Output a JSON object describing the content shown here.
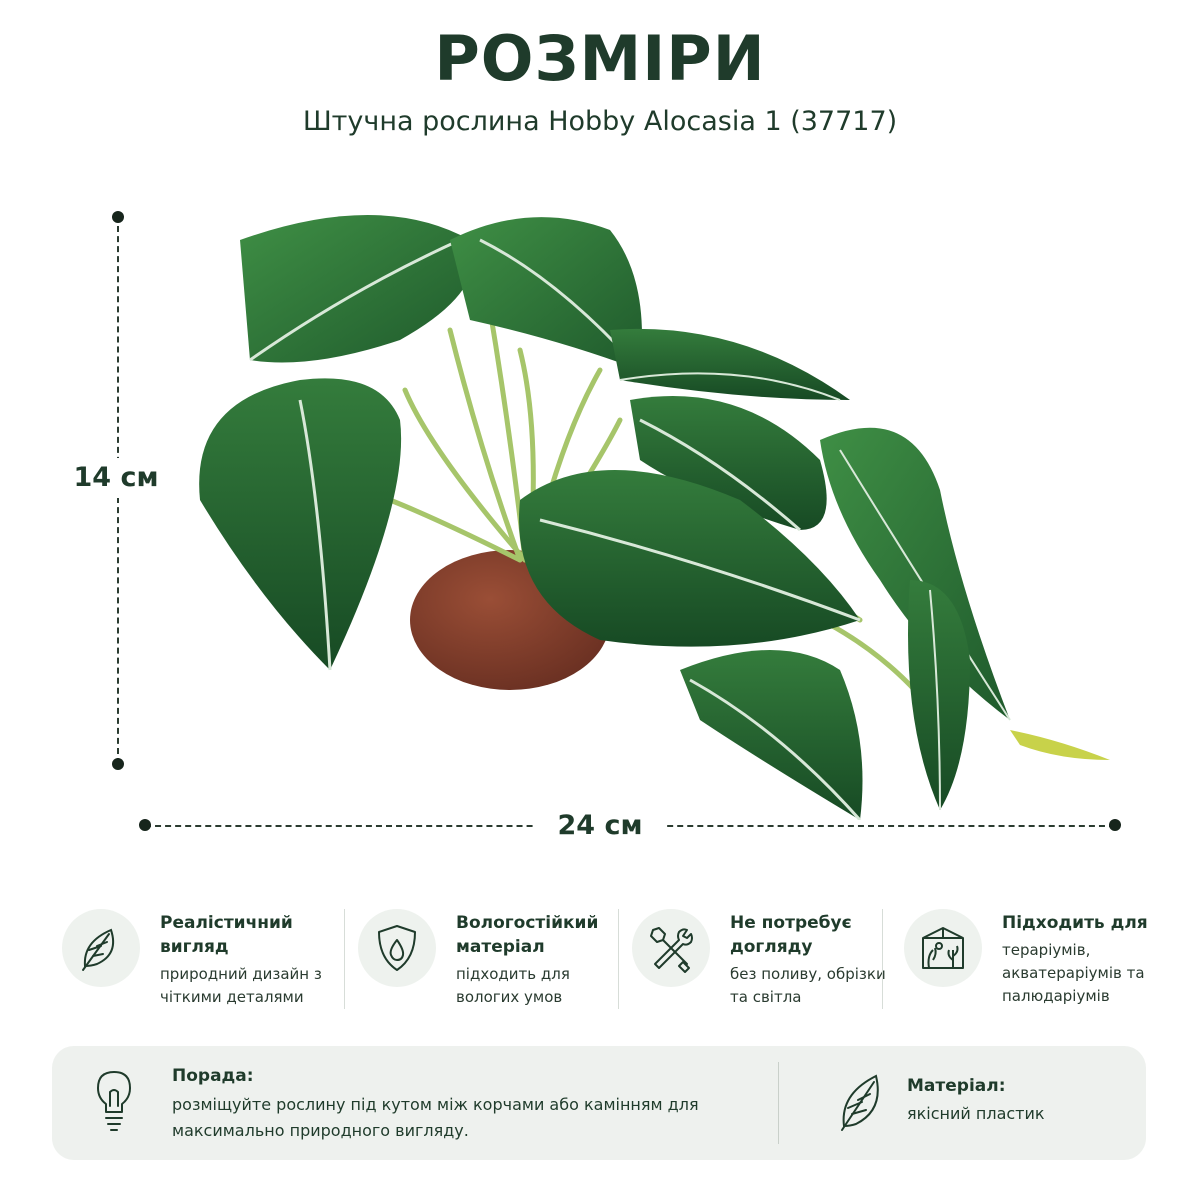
{
  "header": {
    "title": "РОЗМІРИ",
    "subtitle": "Штучна рослина Hobby Alocasia 1 (37717)"
  },
  "dimensions": {
    "height_label": "14 см",
    "width_label": "24 см"
  },
  "colors": {
    "dark_green": "#1f3b2b",
    "leaf_green": "#2f7a3a",
    "leaf_dark": "#1f5a2c",
    "vein": "#d8e8d8",
    "base_brown": "#7a3a2a",
    "panel_bg": "#eef1ee"
  },
  "features": [
    {
      "icon": "leaf-icon",
      "title": "Реалістичний вигляд",
      "desc": "природний дизайн з чіткими деталями"
    },
    {
      "icon": "shield-drop-icon",
      "title": "Вологостійкий матеріал",
      "desc": "підходить для вологих умов"
    },
    {
      "icon": "tools-icon",
      "title": "Не потребує догляду",
      "desc": "без поливу, обрізки та світла"
    },
    {
      "icon": "terrarium-icon",
      "title": "Підходить для",
      "desc": "тераріумів, акватераріумів та палюдаріумів"
    }
  ],
  "tip": {
    "title": "Порада:",
    "body": "розміщуйте рослину під кутом між корчами або камінням для максимально природного вигляду."
  },
  "material": {
    "title": "Матеріал:",
    "body": "якісний пластик"
  }
}
